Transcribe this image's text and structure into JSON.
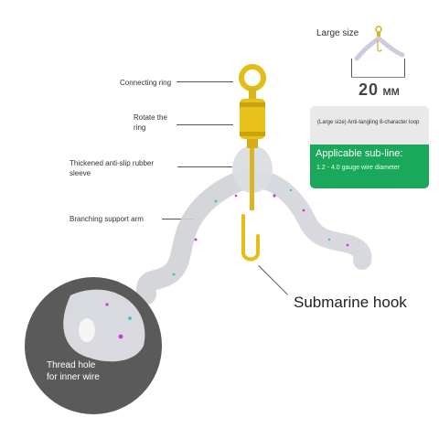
{
  "callouts": {
    "connecting_ring": "Connecting ring",
    "rotate_ring_line1": "Rotate the",
    "rotate_ring_line2": "ring",
    "sleeve_line1": "Thickened anti-slip rubber",
    "sleeve_line2": "sleeve",
    "support_arm": "Branching support arm",
    "hook": "Submarine hook"
  },
  "size_box": {
    "title": "Large size",
    "value": "20",
    "unit": "MM"
  },
  "info_card": {
    "description": "(Large size) Anti-tangling 8-character loop",
    "heading": "Applicable sub-line:",
    "spec": "1.2 - 4.0 gauge wire diameter"
  },
  "inset": {
    "line1": "Thread hole",
    "line2": "for inner wire"
  },
  "colors": {
    "gold": "#e8c21a",
    "card_green": "#1aa85a",
    "inset_gray": "#5a5a5a"
  }
}
